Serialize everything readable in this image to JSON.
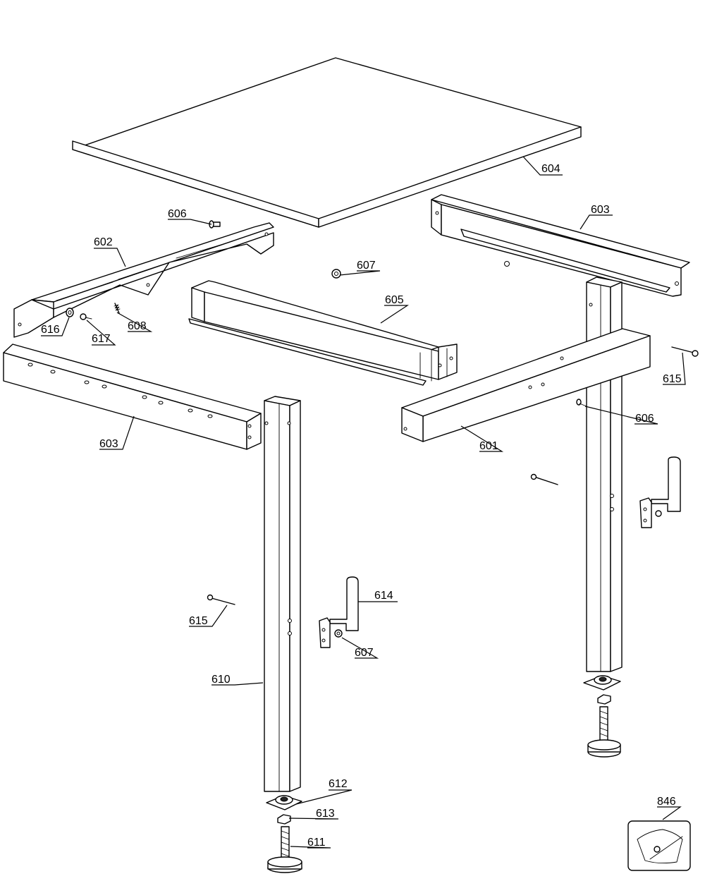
{
  "callouts": {
    "c601": "601",
    "c602": "602",
    "c603a": "603",
    "c603b": "603",
    "c604": "604",
    "c605": "605",
    "c606a": "606",
    "c606b": "606",
    "c607a": "607",
    "c607b": "607",
    "c608": "608",
    "c610": "610",
    "c611": "611",
    "c612": "612",
    "c613": "613",
    "c614": "614",
    "c615a": "615",
    "c615b": "615",
    "c616": "616",
    "c617": "617",
    "c846": "846"
  }
}
